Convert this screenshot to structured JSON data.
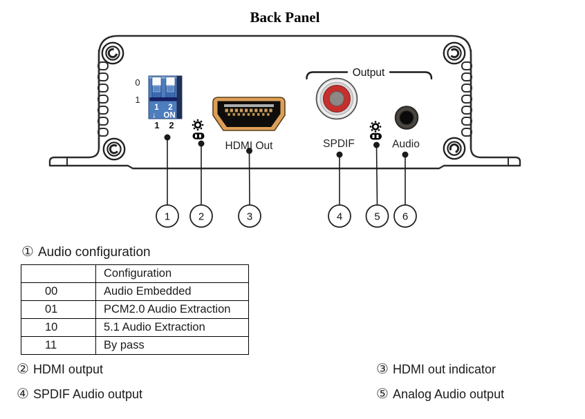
{
  "title": "Back Panel",
  "diagram": {
    "dip_switch": {
      "side_label_0": "0",
      "side_label_1": "1",
      "inner_label_1": "1",
      "inner_label_2": "2",
      "on_arrow": "↓",
      "on_label": "ON",
      "pos_label_1": "1",
      "pos_label_2": "2"
    },
    "labels": {
      "hdmi_out": "HDMI Out",
      "output_group": "Output",
      "spdif": "SPDIF",
      "audio": "Audio"
    },
    "callouts": [
      "1",
      "2",
      "3",
      "4",
      "5",
      "6"
    ]
  },
  "colors": {
    "outline": "#2b2b2b",
    "dip_body_blue": "#4d7dbd",
    "dip_navy_bar": "#151e63",
    "hdmi_shell_orange": "#dd9f58",
    "hdmi_pin_gold": "#c79a5e",
    "rca_silver": "#d6d6d6",
    "rca_red": "#c5302c",
    "rca_center_gray": "#8d8886",
    "jack_dark": "#413d39"
  },
  "section1": {
    "marker": "①",
    "label": "Audio configuration"
  },
  "config_table": {
    "header": {
      "code": "",
      "config": "Configuration"
    },
    "rows": [
      {
        "code": "00",
        "config": "Audio Embedded"
      },
      {
        "code": "01",
        "config": "PCM2.0 Audio Extraction"
      },
      {
        "code": "10",
        "config": "5.1 Audio Extraction"
      },
      {
        "code": "11",
        "config": "By pass"
      }
    ]
  },
  "legend": [
    {
      "marker": "②",
      "label": "HDMI output"
    },
    {
      "marker": "③",
      "label": "HDMI out indicator"
    },
    {
      "marker": "④",
      "label": "SPDIF Audio output"
    },
    {
      "marker": "⑤",
      "label": "Analog Audio output"
    }
  ]
}
